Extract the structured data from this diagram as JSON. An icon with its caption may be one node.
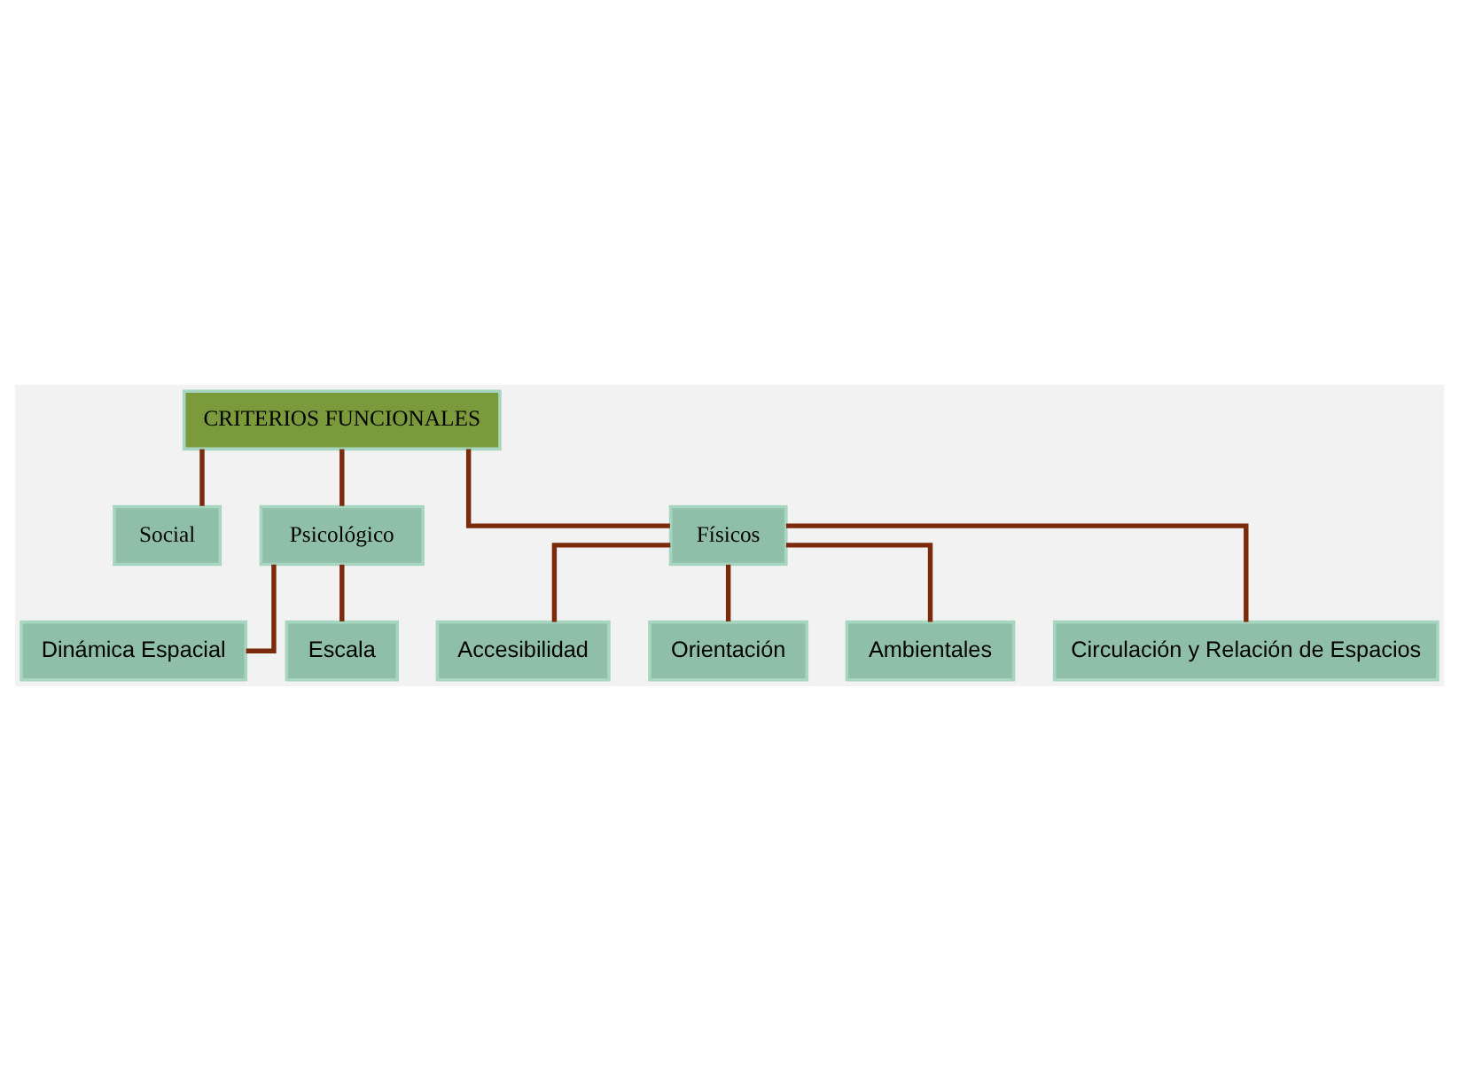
{
  "diagram": {
    "nodes": [
      {
        "text": [
          "CRITERIOS FUNCIONALES"
        ]
      },
      {
        "text": [
          "Social"
        ]
      },
      {
        "text": [
          "Psicológico"
        ]
      },
      {
        "text": [
          "Físicos"
        ]
      },
      {
        "text": [
          "Dinámica Espacial"
        ]
      },
      {
        "text": [
          "Escala"
        ]
      },
      {
        "text": [
          "Accesibilidad"
        ]
      },
      {
        "text": [
          "Orientación"
        ]
      },
      {
        "text": [
          "Ambientales"
        ]
      },
      {
        "text": [
          "Circulación y Relación de Espacios"
        ]
      }
    ],
    "edges": [
      {
        "from": 0,
        "to": 1,
        "arrow": "none"
      },
      {
        "from": 0,
        "to": 2,
        "arrow": "none"
      },
      {
        "from": 0,
        "to": 3,
        "arrow": "none"
      },
      {
        "from": 2,
        "to": 4,
        "arrow": "none"
      },
      {
        "from": 2,
        "to": 5,
        "arrow": "none"
      },
      {
        "from": 3,
        "to": 6,
        "arrow": "none"
      },
      {
        "from": 3,
        "to": 7,
        "arrow": "none"
      },
      {
        "from": 3,
        "to": 8,
        "arrow": "none"
      },
      {
        "from": 3,
        "to": 9,
        "arrow": "none"
      }
    ]
  }
}
